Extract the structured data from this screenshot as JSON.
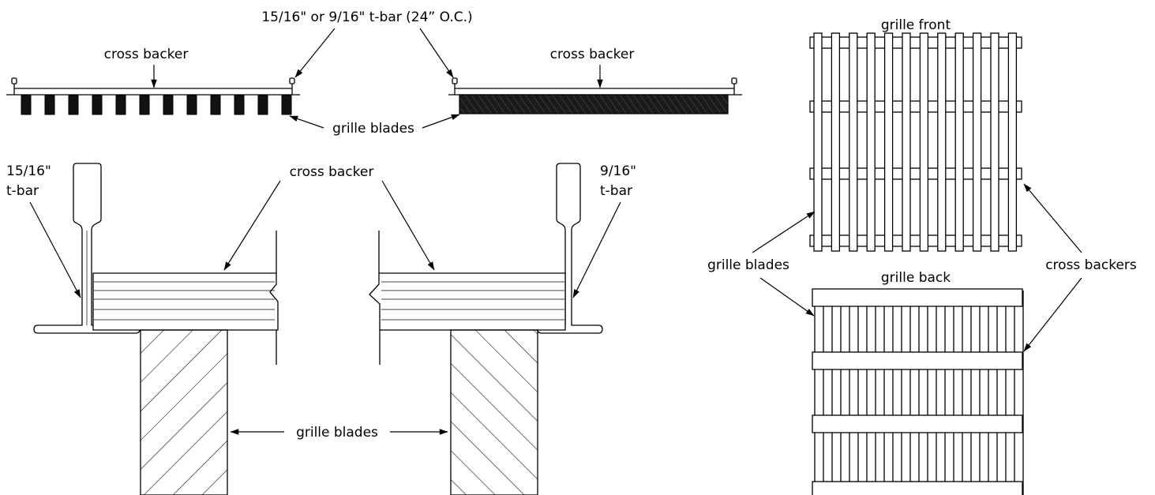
{
  "labels": {
    "tbar_note": "15/16\" or 9/16\" t-bar (24” O.C.)",
    "cross_backer_left_top": "cross backer",
    "cross_backer_right_top": "cross backer",
    "grille_blades_top": "grille blades",
    "tbar_15_16_line1": "15/16\"",
    "tbar_15_16_line2": "t-bar",
    "cross_backer_detail": "cross backer",
    "tbar_9_16_line1": "9/16\"",
    "tbar_9_16_line2": "t-bar",
    "grille_blades_detail": "grille blades",
    "grille_front": "grille front",
    "grille_back": "grille back",
    "grille_blades_side": "grille blades",
    "cross_backers_side": "cross backers"
  }
}
